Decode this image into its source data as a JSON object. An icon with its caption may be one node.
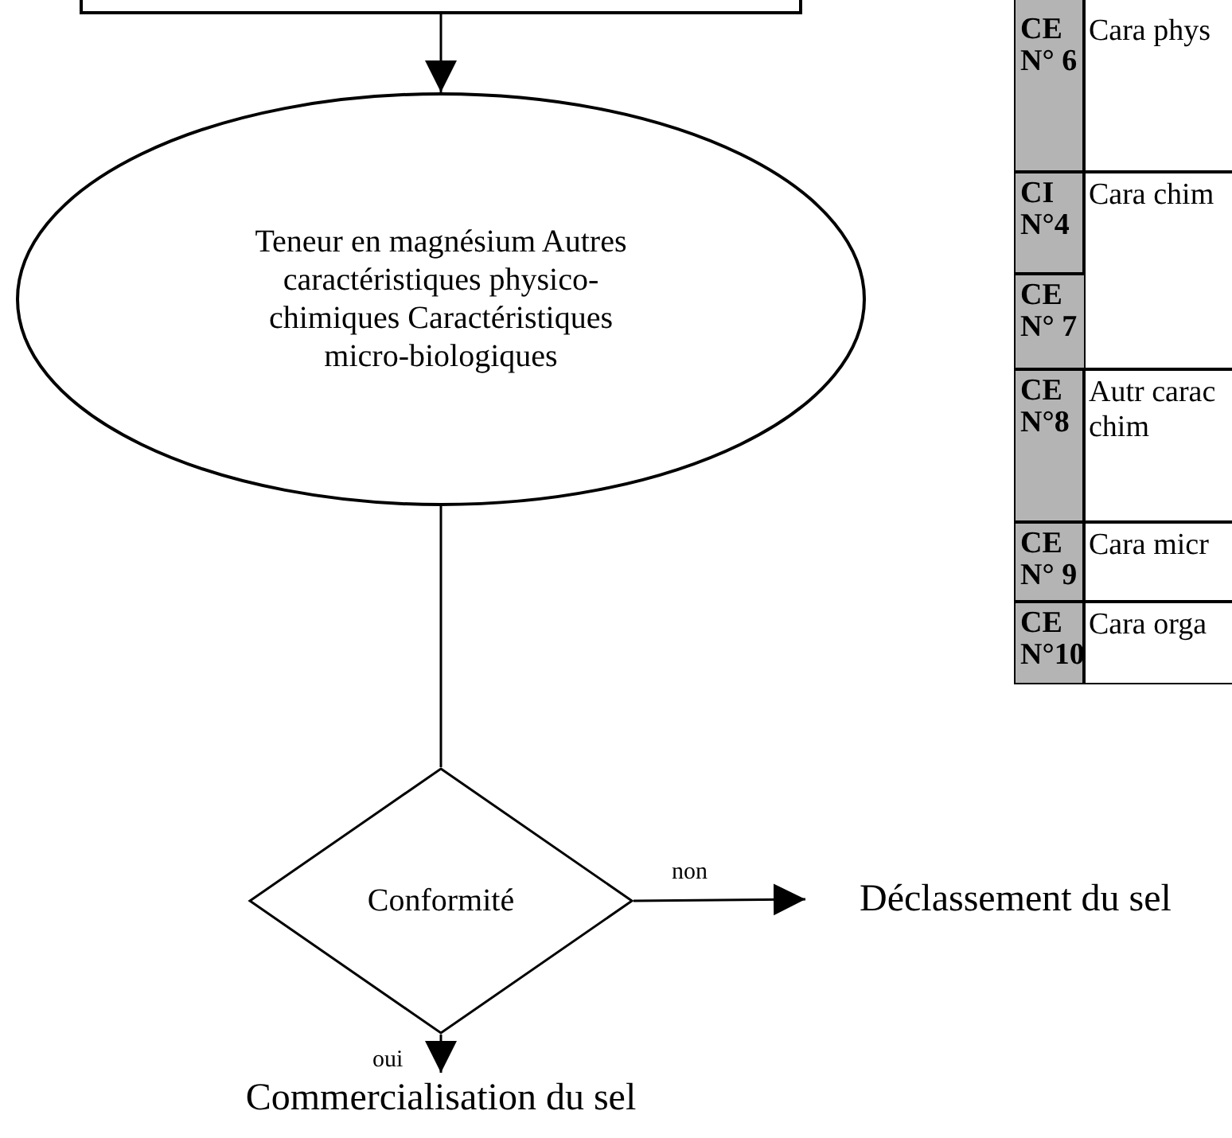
{
  "diagram": {
    "nodes": [
      {
        "text": [],
        "shape": "box"
      },
      {
        "text": [
          "Teneur en magnésium Autres caractéristiques physico-chimiques Caractéristiques micro-biologiques"
        ]
      },
      {
        "text": [
          "Conformité"
        ]
      },
      {
        "text": [
          "Déclassement du sel"
        ]
      },
      {
        "text": [
          "Commercialisation du sel"
        ]
      }
    ],
    "edges": [
      {
        "from": 0,
        "to": 1,
        "arrow": "to"
      },
      {
        "from": 1,
        "to": 2,
        "arrow": "none"
      },
      {
        "from": 2,
        "to": 3,
        "arrow": "to",
        "label": "non"
      },
      {
        "from": 2,
        "to": 4,
        "arrow": "to",
        "label": "oui"
      }
    ],
    "labels": [
      "CE N° 6",
      "Cara phys",
      "CI N°4",
      "Cara chim",
      "CE N° 7",
      "CE N°8",
      "Autr carac chim",
      "CE N° 9",
      "Cara micr",
      "CE N°10",
      "Cara orga"
    ]
  }
}
